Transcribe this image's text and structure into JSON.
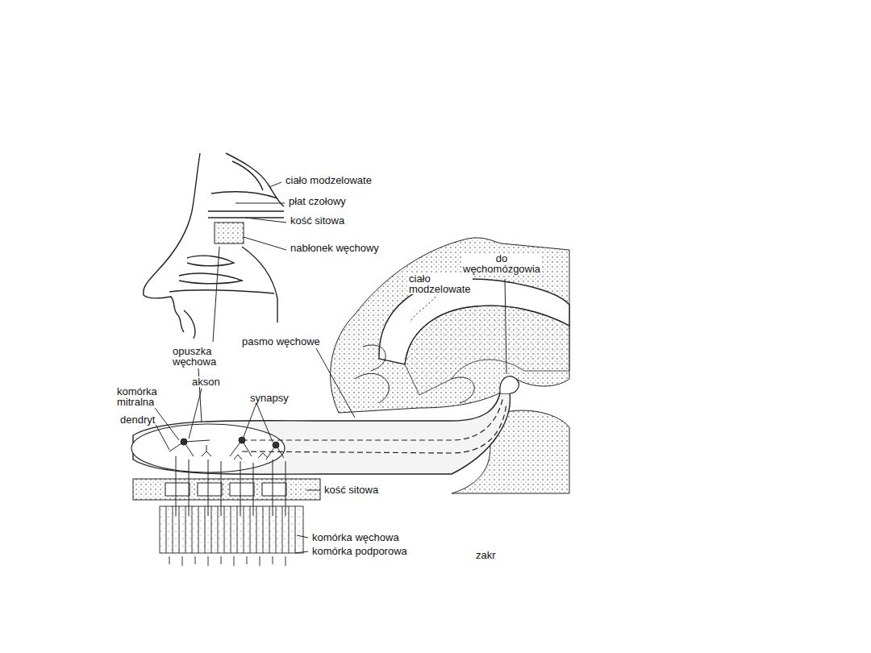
{
  "diagram": {
    "labels": [
      "ciało modzelowate",
      "płat czołowy",
      "kość sitowa",
      "nabłonek węchowy",
      "do węchomózgowia",
      "ciało modzelowate",
      "pasmo węchowe",
      "opuszka węchowa",
      "akson",
      "komórka mitralna",
      "synapsy",
      "dendryt",
      "kość sitowa",
      "komórka węchowa",
      "komórka podporowa",
      "zakr"
    ]
  }
}
